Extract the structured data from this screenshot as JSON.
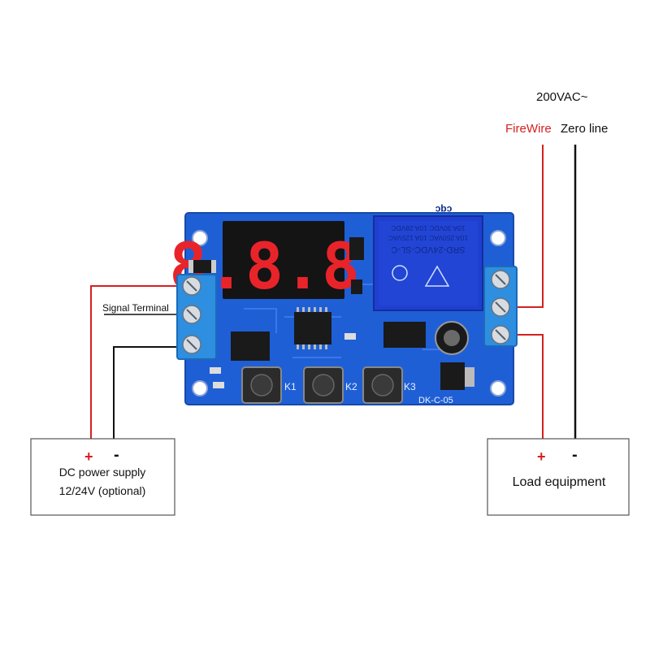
{
  "mains": {
    "voltage": "200VAC~",
    "live_label": "FireWire",
    "neutral_label": "Zero line"
  },
  "signal_label": "Signal Terminal",
  "dc_supply": {
    "plus": "+",
    "minus": "-",
    "line1": "DC power supply",
    "line2": "12/24V (optional)"
  },
  "load": {
    "plus": "+",
    "minus": "-",
    "label": "Load equipment"
  },
  "board": {
    "display": "8.8.8.",
    "keys": [
      "K1",
      "K2",
      "K3"
    ],
    "model": "DK-C-05",
    "relay": {
      "model": "SRD-24VDC-SL-C",
      "rating1": "10A 250VAC  10A 125VAC",
      "rating2": "10A 30VDC  10A 28VDC",
      "brand": "cqc"
    }
  },
  "colors": {
    "pcb": "#1f5fd6",
    "relay": "#1e3fd0",
    "terminal": "#2e8ee0",
    "digit": "#e8242a",
    "live_wire": "#d61f1f",
    "neutral_wire": "#111111"
  }
}
